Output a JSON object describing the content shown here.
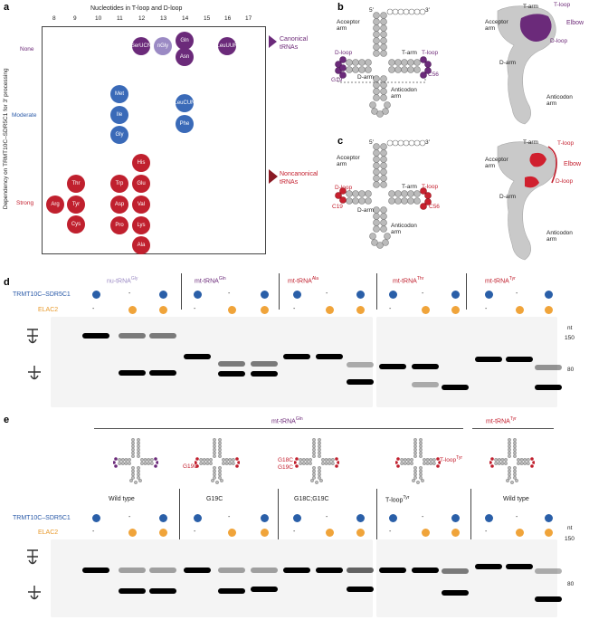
{
  "panels": {
    "a": "a",
    "b": "b",
    "c": "c",
    "d": "d",
    "e": "e"
  },
  "panel_a": {
    "x_title": "Nucleotides in T-loop and D-loop",
    "x_ticks": [
      "8",
      "9",
      "10",
      "11",
      "12",
      "13",
      "14",
      "15",
      "16",
      "17"
    ],
    "y_title": "Dependency on TRMT10C–SDR5C1 for 3′ processing",
    "y_levels": [
      "None",
      "Moderate",
      "Strong"
    ],
    "canonical_label": "Canonical tRNAs",
    "noncanonical_label": "Noncanonical tRNAs",
    "bubbles": [
      {
        "id": "ser-ucn",
        "lines": [
          "Ser",
          "UCN"
        ],
        "color": "#6b2a7a"
      },
      {
        "id": "ngly",
        "lines": [
          "nGly"
        ],
        "color": "#9b8ac4"
      },
      {
        "id": "gln",
        "lines": [
          "Gln"
        ],
        "color": "#6b2a7a"
      },
      {
        "id": "asn",
        "lines": [
          "Asn"
        ],
        "color": "#6b2a7a"
      },
      {
        "id": "leu-uur",
        "lines": [
          "Leu",
          "UUR"
        ],
        "color": "#6b2a7a"
      },
      {
        "id": "met",
        "lines": [
          "Met"
        ],
        "color": "#3a6ab8"
      },
      {
        "id": "ile",
        "lines": [
          "Ile"
        ],
        "color": "#3a6ab8"
      },
      {
        "id": "gly",
        "lines": [
          "Gly"
        ],
        "color": "#3a6ab8"
      },
      {
        "id": "leu-cun",
        "lines": [
          "Leu",
          "CUN"
        ],
        "color": "#3a6ab8"
      },
      {
        "id": "phe",
        "lines": [
          "Phe"
        ],
        "color": "#3a6ab8"
      },
      {
        "id": "his",
        "lines": [
          "His"
        ],
        "color": "#c0202e"
      },
      {
        "id": "thr",
        "lines": [
          "Thr"
        ],
        "color": "#c0202e"
      },
      {
        "id": "trp",
        "lines": [
          "Trp"
        ],
        "color": "#c0202e"
      },
      {
        "id": "glu",
        "lines": [
          "Glu"
        ],
        "color": "#c0202e"
      },
      {
        "id": "arg",
        "lines": [
          "Arg"
        ],
        "color": "#c0202e"
      },
      {
        "id": "tyr",
        "lines": [
          "Tyr"
        ],
        "color": "#c0202e"
      },
      {
        "id": "asp",
        "lines": [
          "Asp"
        ],
        "color": "#c0202e"
      },
      {
        "id": "val",
        "lines": [
          "Val"
        ],
        "color": "#c0202e"
      },
      {
        "id": "cys",
        "lines": [
          "Cys"
        ],
        "color": "#c0202e"
      },
      {
        "id": "pro",
        "lines": [
          "Pro"
        ],
        "color": "#c0202e"
      },
      {
        "id": "lys",
        "lines": [
          "Lys"
        ],
        "color": "#c0202e"
      },
      {
        "id": "ala",
        "lines": [
          "Ala"
        ],
        "color": "#c0202e"
      }
    ]
  },
  "panel_b": {
    "five_prime": "5′",
    "three_prime": "3′",
    "acceptor": "Acceptor arm",
    "t_arm": "T-arm",
    "d_arm": "D-arm",
    "anticodon": "Anticodon arm",
    "d_loop": "D-loop",
    "t_loop": "T-loop",
    "g19": "G19",
    "c56": "C56",
    "elbow": "Elbow"
  },
  "panel_c": {
    "five_prime": "5′",
    "three_prime": "3′",
    "acceptor": "Acceptor arm",
    "t_arm": "T-arm",
    "d_arm": "D-arm",
    "anticodon": "Anticodon arm",
    "d_loop": "D-loop",
    "t_loop": "T-loop",
    "c19": "C19",
    "c56": "C56",
    "elbow": "Elbow"
  },
  "panel_d": {
    "row_trmt": "TRMT10C–SDR5C1",
    "row_elac": "ELAC2",
    "lanes": [
      {
        "title": "nu-tRNA",
        "sup": "Gly",
        "color": "#9b8ac4"
      },
      {
        "title": "mt-tRNA",
        "sup": "Gln",
        "color": "#6b2a7a"
      },
      {
        "title": "mt-tRNA",
        "sup": "Ala",
        "color": "#c0202e"
      },
      {
        "title": "mt-tRNA",
        "sup": "Thr",
        "color": "#c0202e"
      },
      {
        "title": "mt-tRNA",
        "sup": "Tyr",
        "color": "#c0202e"
      }
    ],
    "nt": "nt",
    "m150": "150",
    "m80": "80",
    "dash": "-"
  },
  "panel_e": {
    "header_gln": "mt-tRNA",
    "sup_gln": "Gln",
    "header_tyr": "mt-tRNA",
    "sup_tyr": "Tyr",
    "groups": [
      "Wild type",
      "G19C",
      "G18C;G19C",
      "T-loop",
      "Wild type"
    ],
    "tloop_sup": "Tyr",
    "g19c": "G19C",
    "g18c": "G18C",
    "g19c2": "G19C",
    "row_trmt": "TRMT10C–SDR5C1",
    "row_elac": "ELAC2",
    "nt": "nt",
    "m150": "150",
    "m80": "80",
    "dash": "-"
  }
}
